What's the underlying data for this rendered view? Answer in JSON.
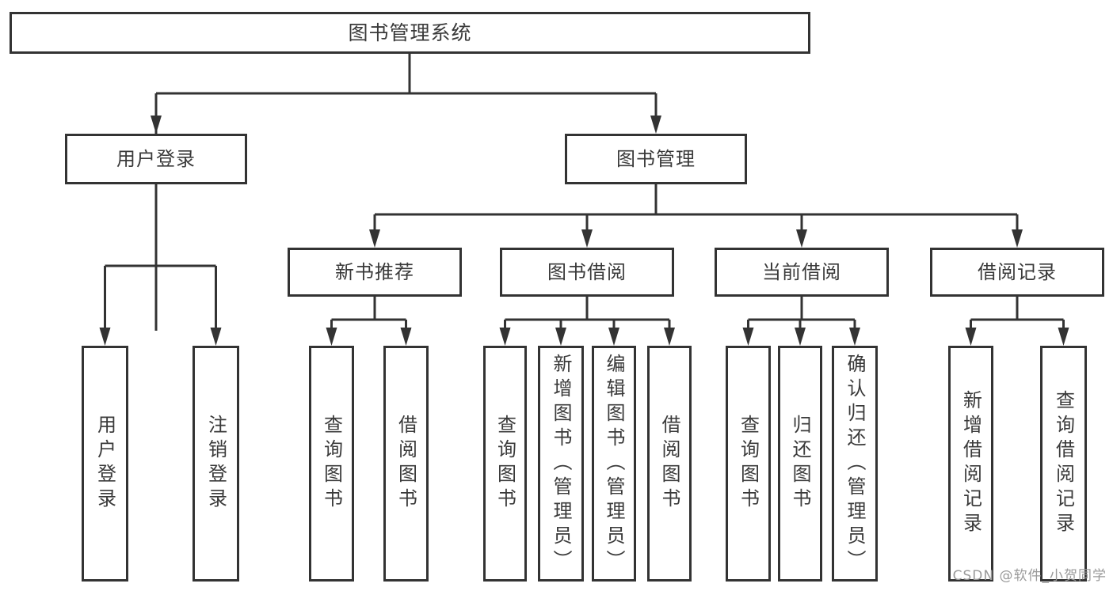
{
  "nodes": {
    "root": {
      "label": "图书管理系统"
    },
    "user_login": {
      "label": "用户登录"
    },
    "book_mgmt": {
      "label": "图书管理"
    },
    "new_books": {
      "label": "新书推荐"
    },
    "book_borrow": {
      "label": "图书借阅"
    },
    "current_borrow": {
      "label": "当前借阅"
    },
    "borrow_records": {
      "label": "借阅记录"
    },
    "leaf_user_login": {
      "label": "用户登录"
    },
    "leaf_logout": {
      "label": "注销登录"
    },
    "leaf_nb_query": {
      "label": "查询图书"
    },
    "leaf_nb_borrow": {
      "label": "借阅图书"
    },
    "leaf_bb_query": {
      "label": "查询图书"
    },
    "leaf_bb_add": {
      "label": "新增图书（管理员）"
    },
    "leaf_bb_edit": {
      "label": "编辑图书（管理员）"
    },
    "leaf_bb_borrow": {
      "label": "借阅图书"
    },
    "leaf_cb_query": {
      "label": "查询图书"
    },
    "leaf_cb_return": {
      "label": "归还图书"
    },
    "leaf_cb_confirm": {
      "label": "确认归还（管理员）"
    },
    "leaf_br_add": {
      "label": "新增借阅记录"
    },
    "leaf_br_query": {
      "label": "查询借阅记录"
    }
  },
  "hierarchy": {
    "图书管理系统": [
      "用户登录",
      "图书管理"
    ],
    "用户登录": [
      "用户登录",
      "注销登录"
    ],
    "图书管理": [
      "新书推荐",
      "图书借阅",
      "当前借阅",
      "借阅记录"
    ],
    "新书推荐": [
      "查询图书",
      "借阅图书"
    ],
    "图书借阅": [
      "查询图书",
      "新增图书（管理员）",
      "编辑图书（管理员）",
      "借阅图书"
    ],
    "当前借阅": [
      "查询图书",
      "归还图书",
      "确认归还（管理员）"
    ],
    "借阅记录": [
      "新增借阅记录",
      "查询借阅记录"
    ]
  },
  "watermark": {
    "text": "CSDN @软件_小贺同学"
  },
  "colors": {
    "line": "#333333",
    "text": "#3a3a3a",
    "background": "#ffffff",
    "watermark": "#9a9a9a"
  }
}
